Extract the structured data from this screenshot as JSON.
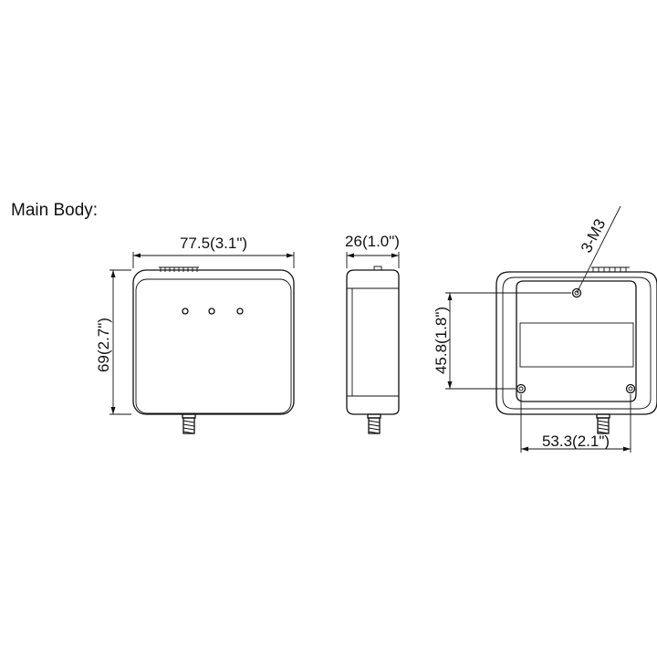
{
  "section_title": "Main Body:",
  "front_view": {
    "width_dim": "77.5(3.1\")",
    "height_dim": "69(2.7\")"
  },
  "side_view": {
    "depth_dim": "26(1.0\")"
  },
  "back_view": {
    "screw_label": "3-M3",
    "hole_vertical_dim": "45.8(1.8\")",
    "hole_horizontal_dim": "53.3(2.1\")"
  }
}
